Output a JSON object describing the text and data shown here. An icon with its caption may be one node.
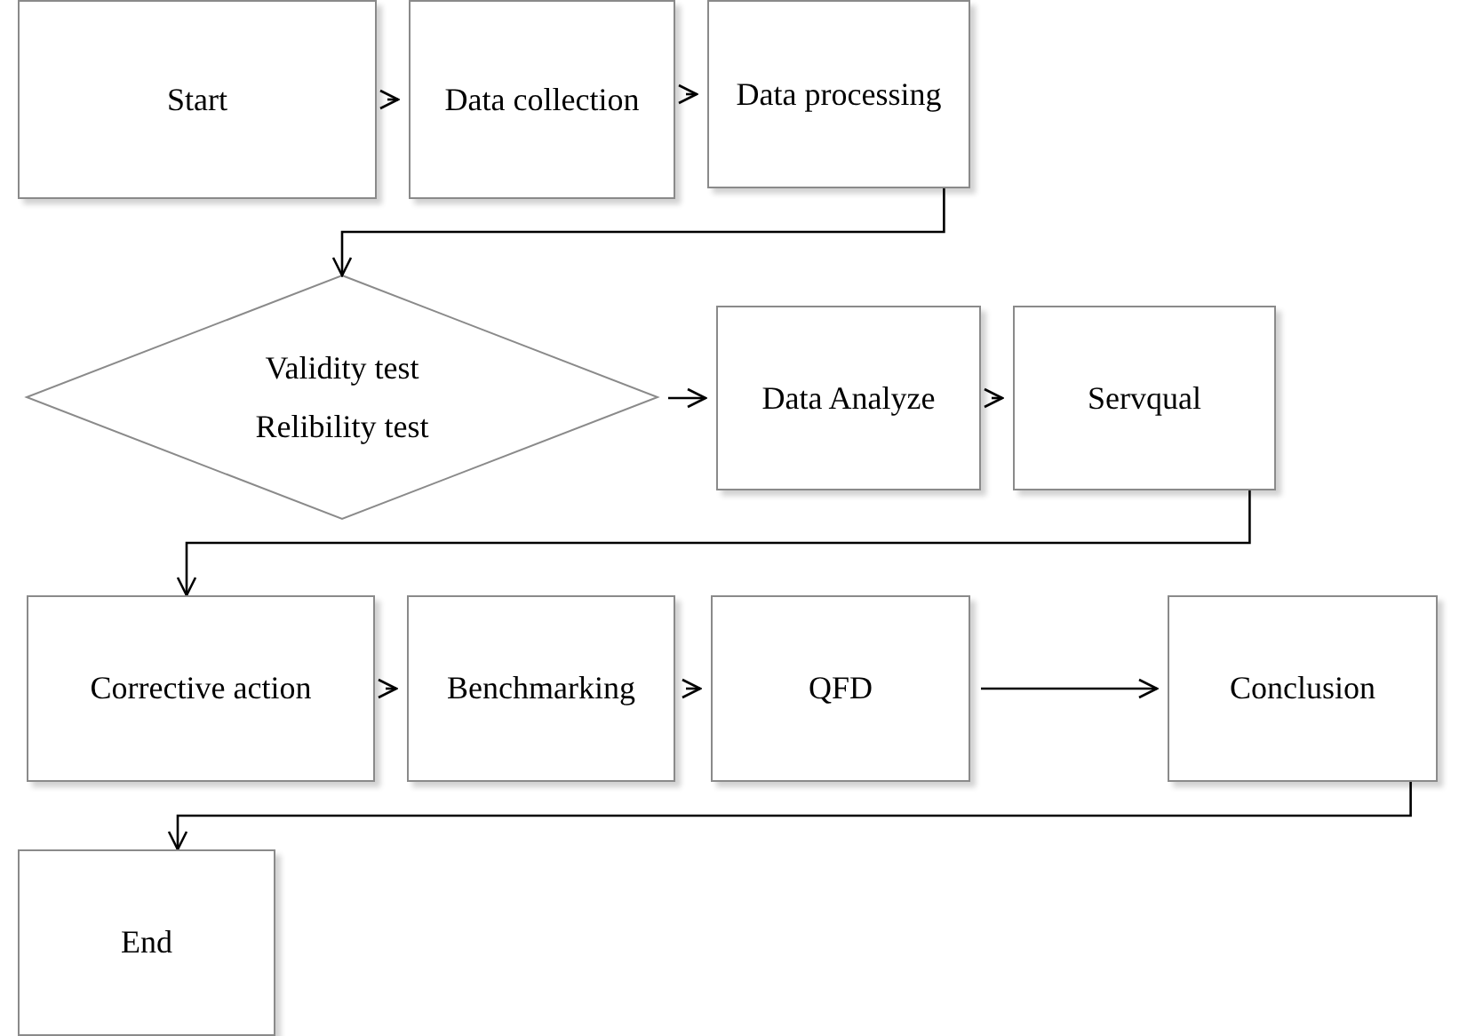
{
  "diagram": {
    "nodes": [
      {
        "text": [
          "Start"
        ]
      },
      {
        "text": [
          "Data collection"
        ]
      },
      {
        "text": [
          "Data processing"
        ]
      },
      {
        "text": [
          "Validity test",
          "Relibility test"
        ]
      },
      {
        "text": [
          "Data Analyze"
        ]
      },
      {
        "text": [
          "Servqual"
        ]
      },
      {
        "text": [
          "Corrective action"
        ]
      },
      {
        "text": [
          "Benchmarking"
        ]
      },
      {
        "text": [
          "QFD"
        ]
      },
      {
        "text": [
          "Conclusion"
        ]
      },
      {
        "text": [
          "End"
        ]
      }
    ],
    "edges": [
      {
        "from": 0,
        "to": 1,
        "arrow": "to"
      },
      {
        "from": 1,
        "to": 2,
        "arrow": "to"
      },
      {
        "from": 2,
        "to": 3,
        "arrow": "to"
      },
      {
        "from": 3,
        "to": 4,
        "arrow": "to"
      },
      {
        "from": 4,
        "to": 5,
        "arrow": "to"
      },
      {
        "from": 5,
        "to": 6,
        "arrow": "to"
      },
      {
        "from": 6,
        "to": 7,
        "arrow": "to"
      },
      {
        "from": 7,
        "to": 8,
        "arrow": "to"
      },
      {
        "from": 8,
        "to": 9,
        "arrow": "to"
      },
      {
        "from": 9,
        "to": 10,
        "arrow": "to"
      }
    ]
  }
}
